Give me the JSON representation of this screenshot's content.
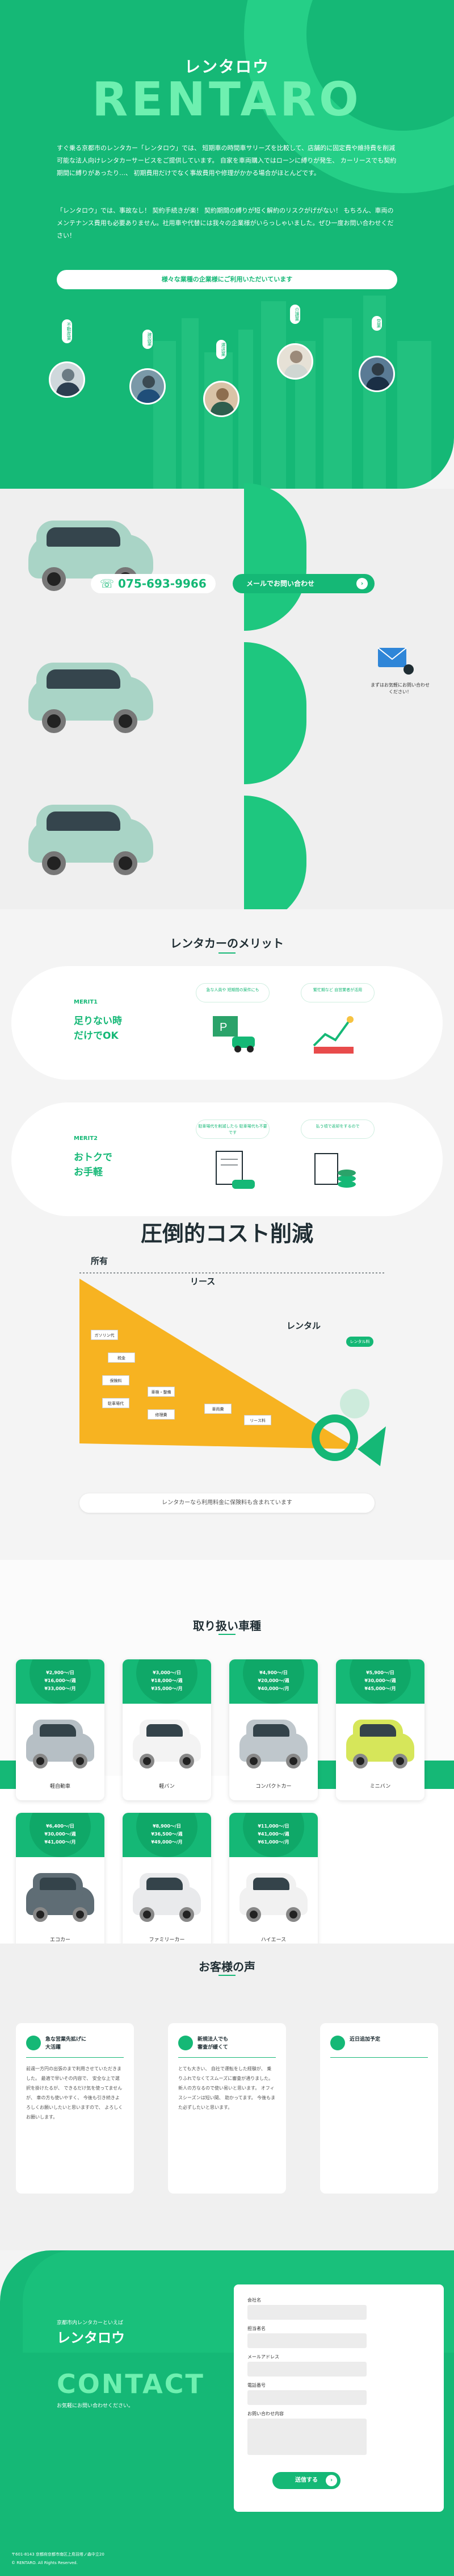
{
  "hero": {
    "logo_jp": "レンタロウ",
    "logo_en": "RENTARO",
    "paragraph1": "すぐ乗る京都市のレンタカー「レンタロウ」では、 短期車の時間車サリーズを比較して、店舗的に固定費や維持費を削減可能な法人向けレンタカーサービスをご提供しています。 自家を車両購入ではローンに縛りが発生、 カーリースでも契約期間に縛りがあったり…、 初期費用だけでなく事故費用や修理がかかる場合がほとんどです。",
    "paragraph2": "「レンタロウ」では、事故なし！ 契約手続きが楽！ 契約期間の縛りが短く解約のリスクがげがない！ もちろん、車両のメンテナンス費用も必要ありません。社用車や代替には我々の企業様がいらっしゃいました。ぜひ一度お問い合わせください！",
    "cta": "様々な業種の企業様にご利用いただいています",
    "industries": [
      "不動産業",
      "建設業",
      "運送業",
      "介護業",
      "営業"
    ]
  },
  "cars_section": {
    "phone": "075-693-9966",
    "mail_button": "メールでお問い合わせ",
    "caption": "まずはお気軽にお問い合わせください！"
  },
  "merit": {
    "title": "レンタカーのメリット",
    "cards": [
      {
        "label": "MERIT1",
        "heading_1": "足りない時",
        "heading_2": "だけでOK",
        "bubble_a": "急な人員や 短期間の案件にも",
        "bubble_b": "繁忙期など 自営業者が活用"
      },
      {
        "label": "MERIT2",
        "heading_1": "おトクで",
        "heading_2": "お手軽",
        "bubble_a": "駐車場代を削減したら 駐車場代も不要です",
        "bubble_b": "払う頃で返却をするので"
      }
    ]
  },
  "cost": {
    "title": "圧倒的コスト削減",
    "labels": [
      "所有",
      "リース",
      "レンタル"
    ],
    "items": [
      "ガソリン代",
      "税金",
      "保険料",
      "駐車場代",
      "車検・整備",
      "修理費",
      "車両費",
      "リース料",
      "レンタル料"
    ],
    "note": "レンタカーなら利用料金に保険料も含まれています"
  },
  "vehicles": {
    "title": "取り扱い車種",
    "cars": [
      {
        "name": "軽自動車",
        "prices": [
          "¥2,900～/日",
          "¥16,000～/週",
          "¥33,000～/月"
        ],
        "color": "#b6bfc5"
      },
      {
        "name": "軽バン",
        "prices": [
          "¥3,000～/日",
          "¥18,000～/週",
          "¥35,000～/月"
        ],
        "color": "#f3f3f3"
      },
      {
        "name": "コンパクトカー",
        "prices": [
          "¥4,900～/日",
          "¥20,000～/週",
          "¥40,000～/月"
        ],
        "color": "#bfc7cc"
      },
      {
        "name": "ミニバン",
        "prices": [
          "¥5,900～/日",
          "¥30,000～/週",
          "¥45,000～/月"
        ],
        "color": "#d6e65a"
      },
      {
        "name": "エコカー",
        "prices": [
          "¥6,400～/日",
          "¥30,000～/週",
          "¥41,000～/月"
        ],
        "color": "#5f6d75"
      },
      {
        "name": "ファミリーカー",
        "prices": [
          "¥8,900～/日",
          "¥36,500～/週",
          "¥49,000～/月"
        ],
        "color": "#e9eaec"
      },
      {
        "name": "ハイエース",
        "prices": [
          "¥11,000～/日",
          "¥41,000～/週",
          "¥61,000～/月"
        ],
        "color": "#f1f1f1"
      }
    ]
  },
  "voices": {
    "title": "お客様の声",
    "items": [
      {
        "title_1": "急な営業先拡げに",
        "title_2": "大活躍",
        "text": "前週一方円の出張のまで利用させていただきました。 最適で早いその内容で、 安全な上で選択を掛けたるが、 できるだけ気を使ってませんが、 車の方も使いやすく、 今後も引き続きよろしくお願いしたいと思いますので、 よろしくお願いします。"
      },
      {
        "title_1": "新規法人でも",
        "title_2": "審査が緩くて",
        "text": "とても大きい、 自社で運転をした経験が、 乗りふれでなくてスムーズに審査が通りました。 新人の方なるので使い易いと思います。 オフィスシーズンは短い間、 助かってます。 今後もまた必ずしたいと思います。"
      },
      {
        "title_1": "近日追加予定",
        "title_2": "",
        "text": ""
      }
    ]
  },
  "contact": {
    "tagline": "京都市内レンタカーといえば",
    "logo": "レンタロウ",
    "title": "CONTACT",
    "subtitle": "お気軽にお問い合わせください。",
    "fields": [
      "会社名",
      "担当者名",
      "メールアドレス",
      "電話番号",
      "お問い合わせ内容"
    ],
    "submit": "送信する",
    "address": "〒601-8143 京都府京都市南区上鳥羽塔ノ森中立20",
    "copyright": "© RENTARO. All Rights Reserved."
  }
}
